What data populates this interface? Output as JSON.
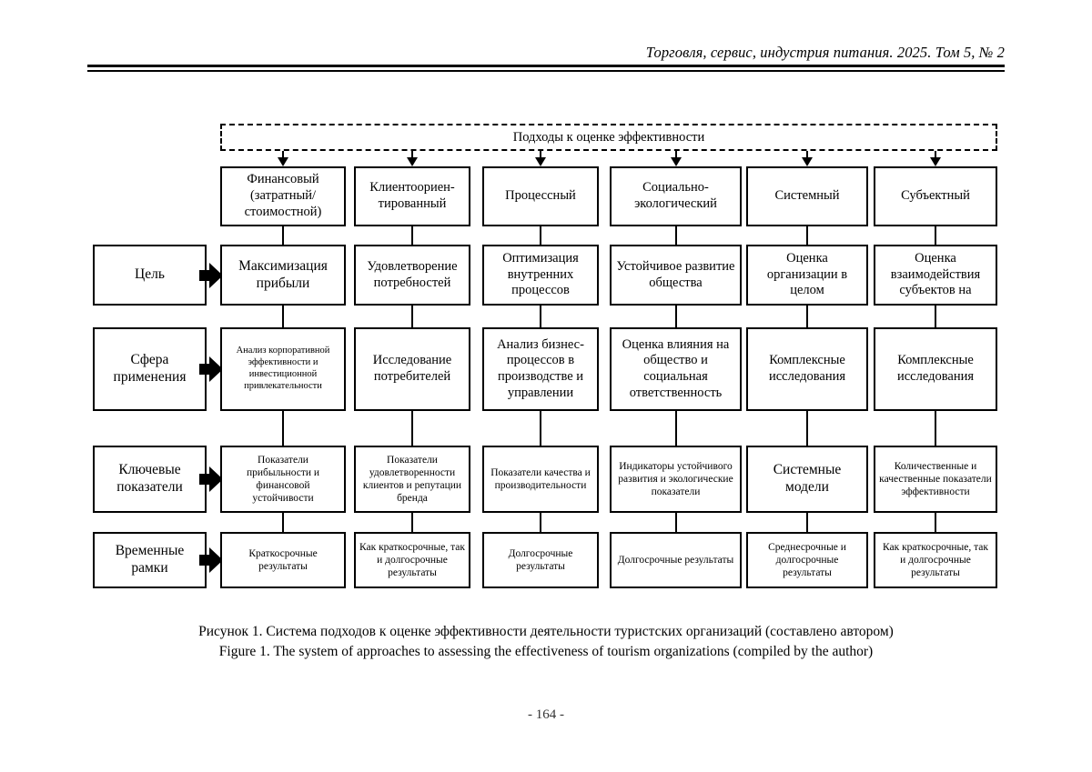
{
  "header": {
    "running_head": "Торговля, сервис, индустрия питания. 2025. Том 5, № 2"
  },
  "diagram": {
    "title_bar": "Подходы к оценке эффективности",
    "row_labels": [
      "Цель",
      "Сфера применения",
      "Ключевые показатели",
      "Временные рамки"
    ],
    "columns": [
      {
        "approach": "Финансовый (затратный/ стоимостной)",
        "goal": "Максимизация прибыли",
        "scope": "Анализ корпоративной эффективности и инвестиционной привлекательности",
        "indicators": "Показатели прибыльности и финансовой устойчивости",
        "timeframe": "Краткосрочные результаты"
      },
      {
        "approach": "Клиентоориен- тированный",
        "goal": "Удовлетворение потребностей",
        "scope": "Исследование потребителей",
        "indicators": "Показатели удовлетворенности клиентов и репутации бренда",
        "timeframe": "Как краткосрочные, так и долгосрочные результаты"
      },
      {
        "approach": "Процессный",
        "goal": "Оптимизация внутренних процессов",
        "scope": "Анализ бизнес- процессов в производстве и управлении",
        "indicators": "Показатели качества и производительности",
        "timeframe": "Долгосрочные результаты"
      },
      {
        "approach": "Социально- экологический",
        "goal": "Устойчивое развитие общества",
        "scope": "Оценка влияния на общество и социальная ответственность",
        "indicators": "Индикаторы устойчивого развития и экологические показатели",
        "timeframe": "Долгосрочные результаты"
      },
      {
        "approach": "Системный",
        "goal": "Оценка организации в целом",
        "scope": "Комплексные исследования",
        "indicators": "Системные модели",
        "timeframe": "Среднесрочные и долгосрочные результаты"
      },
      {
        "approach": "Субъектный",
        "goal": "Оценка взаимодействия субъектов на",
        "scope": "Комплексные исследования",
        "indicators": "Количественные и качественные показатели эффективности",
        "timeframe": "Как краткосрочные, так и долгосрочные результаты"
      }
    ]
  },
  "caption": {
    "line_ru": "Рисунок 1. Система подходов к оценке эффективности деятельности туристских организаций (составлено автором)",
    "line_en": "Figure 1. The system of approaches to assessing the effectiveness of tourism organizations (compiled by the author)"
  },
  "footer": {
    "page_number": "- 164 -"
  }
}
